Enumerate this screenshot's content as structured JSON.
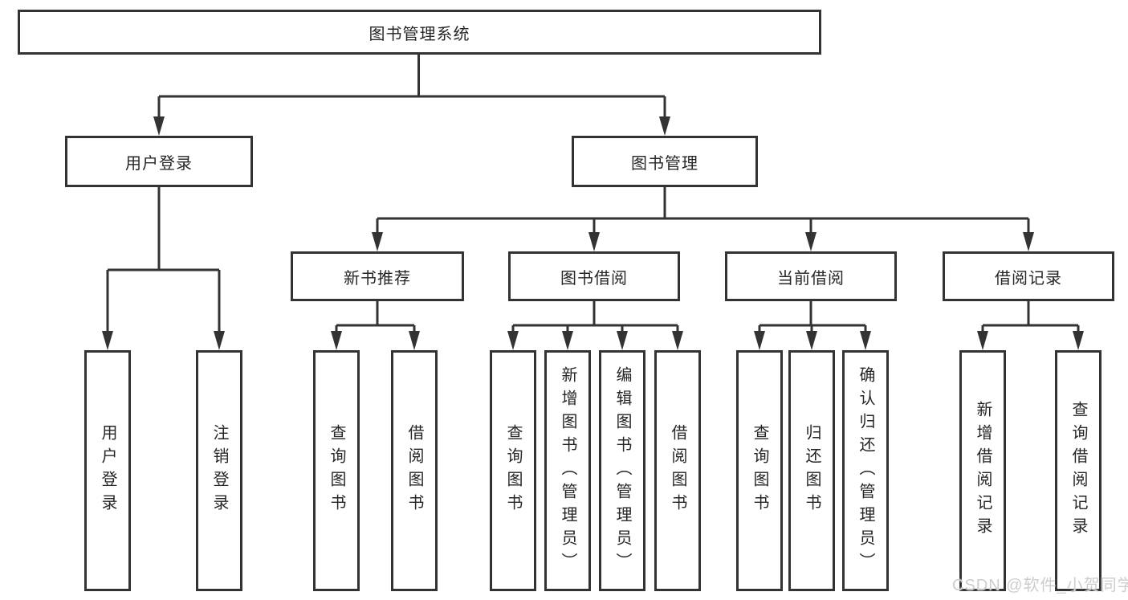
{
  "tree": {
    "root": "图书管理系统",
    "level2": [
      {
        "label": "用户登录",
        "children": [
          "用户登录",
          "注销登录"
        ]
      },
      {
        "label": "图书管理",
        "groups": [
          {
            "label": "新书推荐",
            "children": [
              "查询图书",
              "借阅图书"
            ]
          },
          {
            "label": "图书借阅",
            "children": [
              "查询图书",
              "新增图书（管理员）",
              "编辑图书（管理员）",
              "借阅图书"
            ]
          },
          {
            "label": "当前借阅",
            "children": [
              "查询图书",
              "归还图书",
              "确认归还（管理员）"
            ]
          },
          {
            "label": "借阅记录",
            "children": [
              "新增借阅记录",
              "查询借阅记录"
            ]
          }
        ]
      }
    ]
  },
  "watermark": "CSDN @软件_小贺同学",
  "colors": {
    "line": "#333333",
    "box_border": "#333333",
    "text": "#262626",
    "watermark": "#cdcdcd",
    "background": "#ffffff"
  }
}
